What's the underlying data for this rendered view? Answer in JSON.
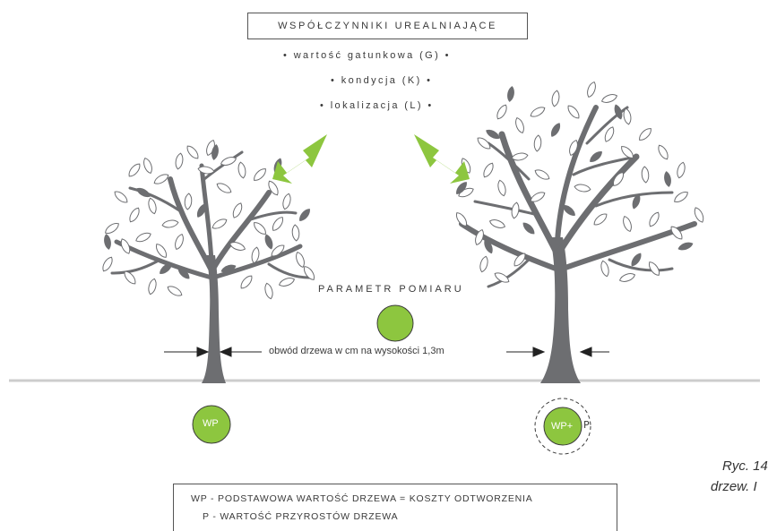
{
  "title": "WSPÓŁCZYNNIKI UREALNIAJĄCE",
  "factors": [
    "• wartość gatunkowa (G) •",
    "• kondycja (K) •",
    "• lokalizacja (L) •"
  ],
  "parameter_label": "PARAMETR POMIARU",
  "measurement_label": "obwód drzewa w cm na wysokości 1,3m",
  "left_tree_badge": "WP",
  "right_tree_badge": "WP+",
  "right_tree_badge_extra": "P",
  "legend": {
    "line1": "WP - PODSTAWOWA WARTOŚĆ DRZEWA = KOSZTY ODTWORZENIA",
    "line2": "P - WARTOŚĆ PRZYROSTÓW DRZEWA"
  },
  "caption": {
    "line1": "Ryc. 14",
    "line2": "drzew. I"
  },
  "colors": {
    "accent_green": "#8dc63f",
    "tree_gray": "#6d6e71",
    "ground": "#cccccc",
    "text": "#3c3c3c"
  }
}
